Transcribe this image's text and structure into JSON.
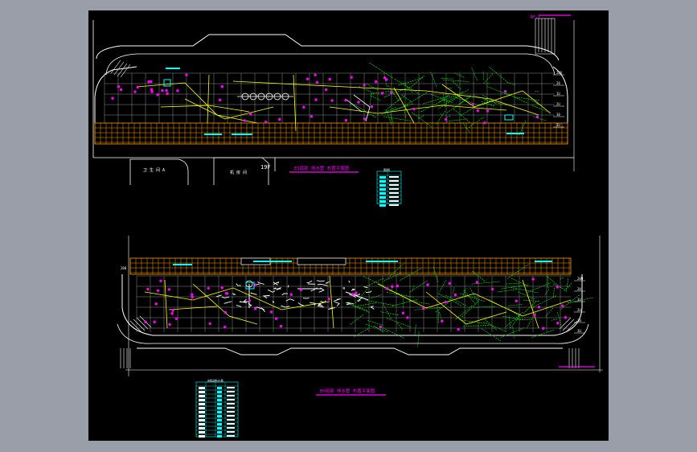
{
  "viewer": {
    "background": "#9a9ea8",
    "canvas_color": "#000000"
  },
  "drawing": {
    "colors": {
      "outline": "#ffffff",
      "grid": "#b0b0b0",
      "orange": "#ff9900",
      "green": "#00ff00",
      "yellow": "#ffff00",
      "magenta": "#ff00ff",
      "cyan": "#00ffff"
    },
    "top_plan": {
      "title": "ES局部 排水管 布置平面图",
      "room_label_left": "卫 生 间 A",
      "room_label_right": "机 房 间",
      "room_code": "19F",
      "note_top": "RF-1",
      "axis_labels": [
        "20U",
        "20",
        "1U",
        "2U",
        "30",
        "3U"
      ]
    },
    "bottom_plan": {
      "title": "EH局部 排水管 布置平面图",
      "axis_labels": [
        "20U",
        "20",
        "1U",
        "2U",
        "30",
        "3U"
      ],
      "corner_label": "200"
    },
    "tables": {
      "top_legend_title": "图例",
      "bottom_legend_title": "材料统计表"
    }
  }
}
